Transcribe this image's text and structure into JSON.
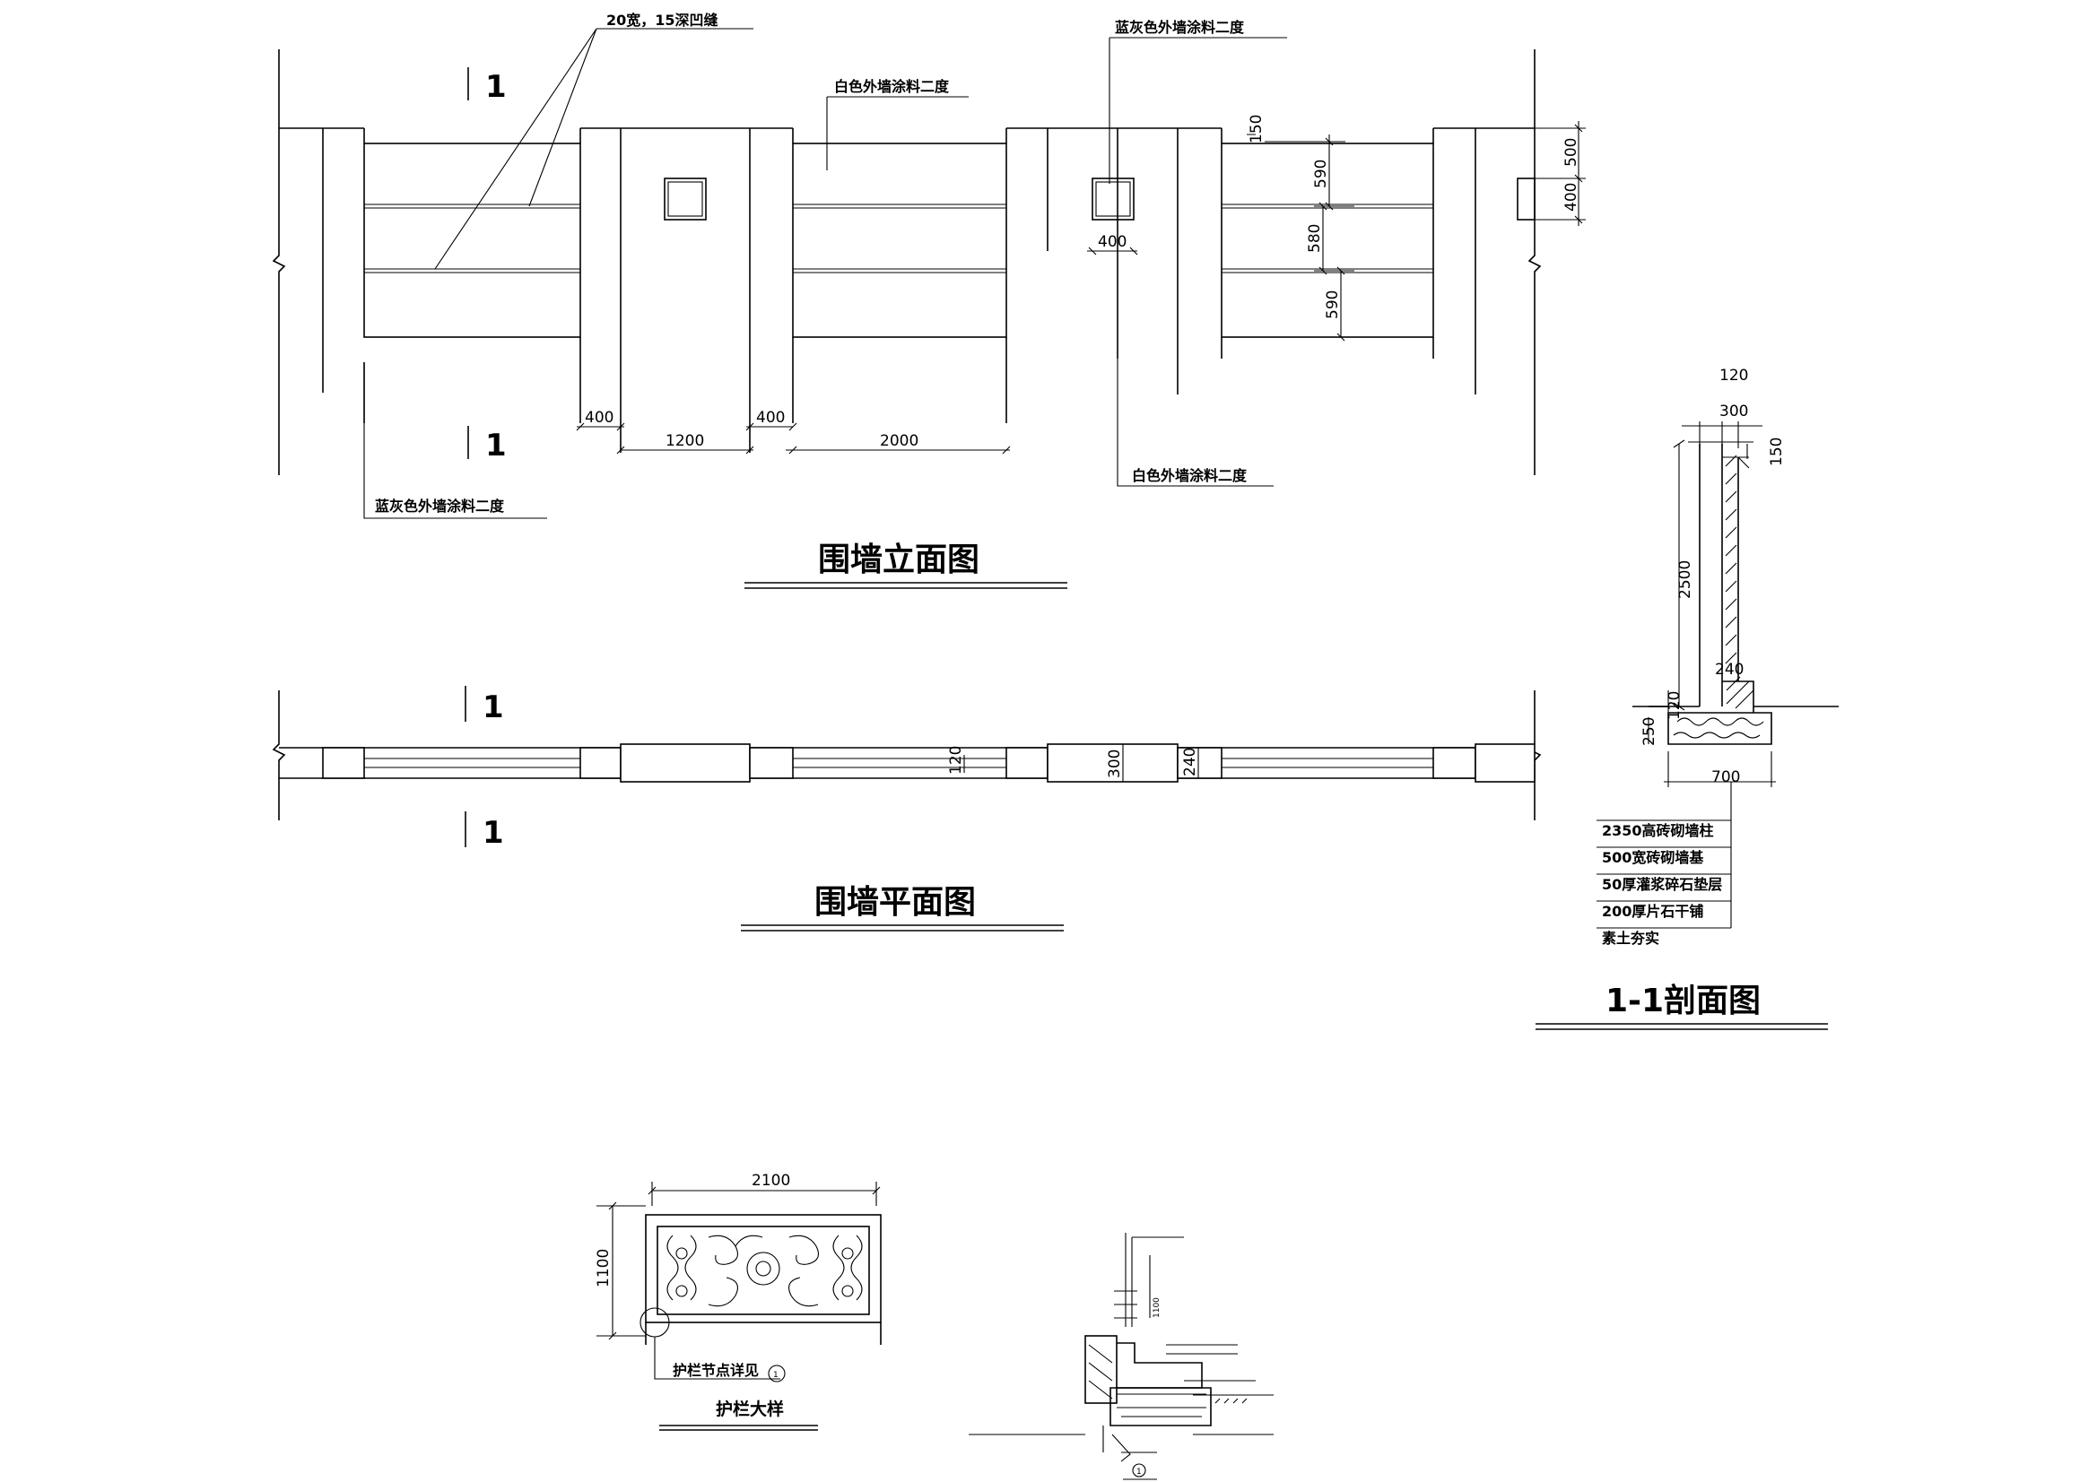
{
  "elevation": {
    "title": "围墙立面图",
    "notes": {
      "groove": "20宽，15深凹缝",
      "white_paint_top": "白色外墙涂料二度",
      "bluegray_paint_top": "蓝灰色外墙涂料二度",
      "white_paint_bottom": "白色外墙涂料二度",
      "bluegray_paint_bottom": "蓝灰色外墙涂料二度"
    },
    "dims": {
      "d400_left": "400",
      "d1200": "1200",
      "d400_right": "400",
      "d2000": "2000",
      "d150": "150",
      "d590_top": "590",
      "d580": "580",
      "d590_bottom": "590",
      "d400_box": "400",
      "d500": "500",
      "d400_side": "400"
    },
    "section_marks": {
      "top": "1",
      "bottom": "1"
    }
  },
  "plan": {
    "title": "围墙平面图",
    "dims": {
      "d120": "120",
      "d300": "300",
      "d240": "240"
    },
    "section_marks": {
      "top": "1",
      "bottom": "1"
    }
  },
  "section": {
    "title": "1-1剖面图",
    "dims": {
      "d120_top": "120",
      "d300_top": "300",
      "d150": "150",
      "d2500": "2500",
      "d240": "240",
      "d120_side": "120",
      "d250": "250",
      "d700": "700"
    },
    "layers": [
      "2350高砖砌墙柱",
      "500宽砖砌墙基",
      "50厚灌浆碎石垫层",
      "200厚片石干铺",
      "素土夯实"
    ]
  },
  "railing": {
    "title": "护栏大样",
    "width_dim": "2100",
    "height_dim": "1100",
    "node_note": "护栏节点详见",
    "node_ref": "1"
  },
  "detail": {
    "height_dim": "1100",
    "ref": "1"
  }
}
